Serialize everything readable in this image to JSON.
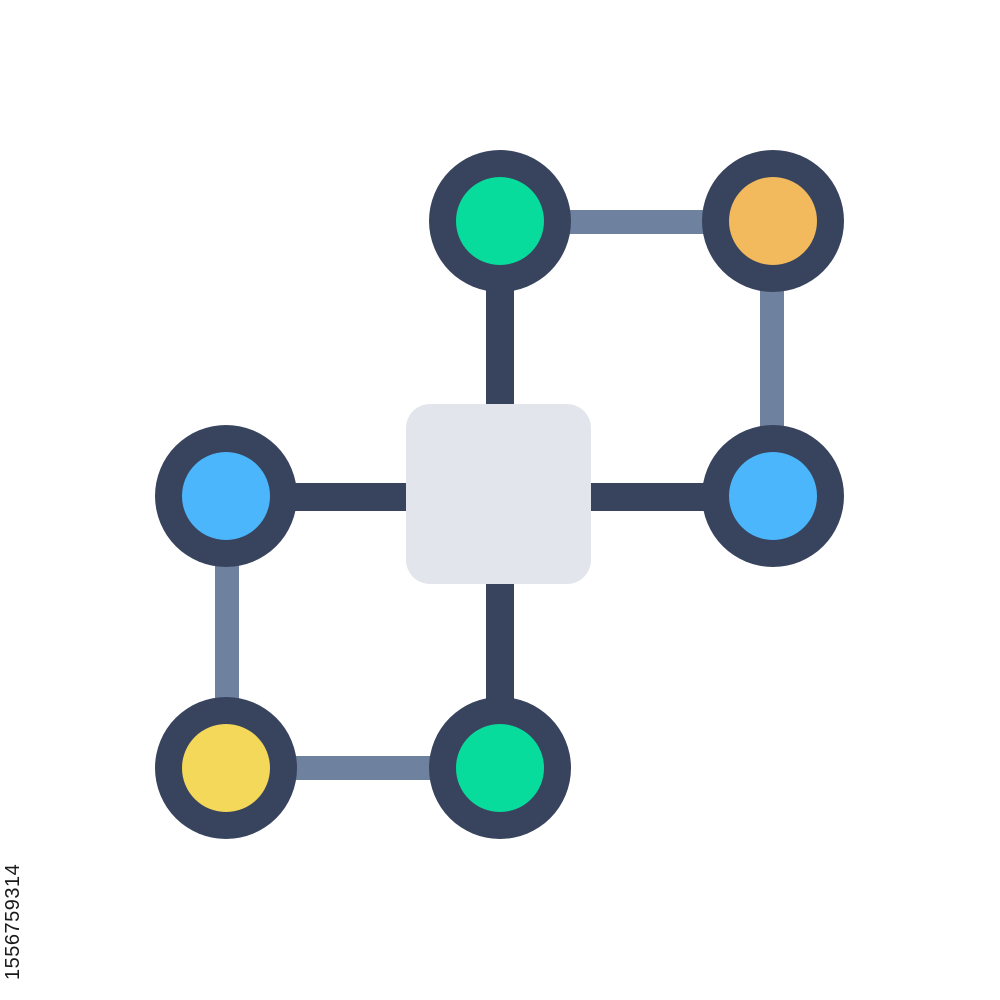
{
  "illustration": {
    "icon": "network-structure-icon",
    "colors": {
      "outline": "#38445e",
      "connector_light": "#6e82a0",
      "hub_fill": "#e3e5ed",
      "green": "#08dc9c",
      "orange": "#f2ba5c",
      "blue": "#4cb6fc",
      "yellow": "#f3d85a",
      "background": "#ffffff"
    },
    "nodes": [
      {
        "id": "node-top-left",
        "color": "green"
      },
      {
        "id": "node-top-right",
        "color": "orange"
      },
      {
        "id": "node-middle-left",
        "color": "blue"
      },
      {
        "id": "node-middle-right",
        "color": "blue"
      },
      {
        "id": "node-bottom-left",
        "color": "yellow"
      },
      {
        "id": "node-bottom-middle",
        "color": "green"
      }
    ]
  },
  "stock_id": "1556759314"
}
